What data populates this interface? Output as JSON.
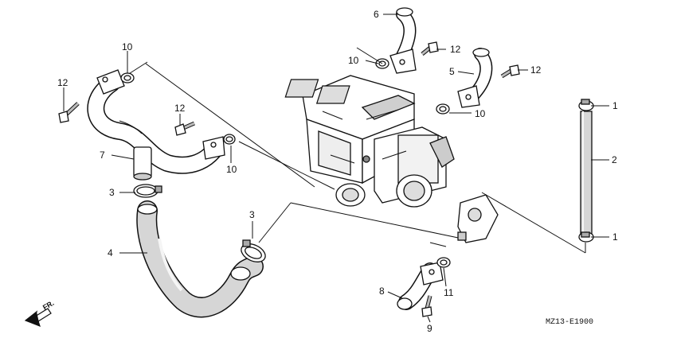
{
  "callouts": {
    "c1_top": "1",
    "c1_bottom": "1",
    "c2": "2",
    "c3_upper": "3",
    "c3_lower": "3",
    "c4": "4",
    "c5": "5",
    "c6": "6",
    "c7": "7",
    "c8": "8",
    "c9": "9",
    "c10_a": "10",
    "c10_b": "10",
    "c10_c": "10",
    "c10_d": "10",
    "c11": "11",
    "c12_a": "12",
    "c12_b": "12",
    "c12_c": "12",
    "c12_d": "12"
  },
  "orientation_label": "FR.",
  "diagram_code": "MZ13-E1900",
  "icons": {
    "direction": "arrow-front-icon"
  }
}
